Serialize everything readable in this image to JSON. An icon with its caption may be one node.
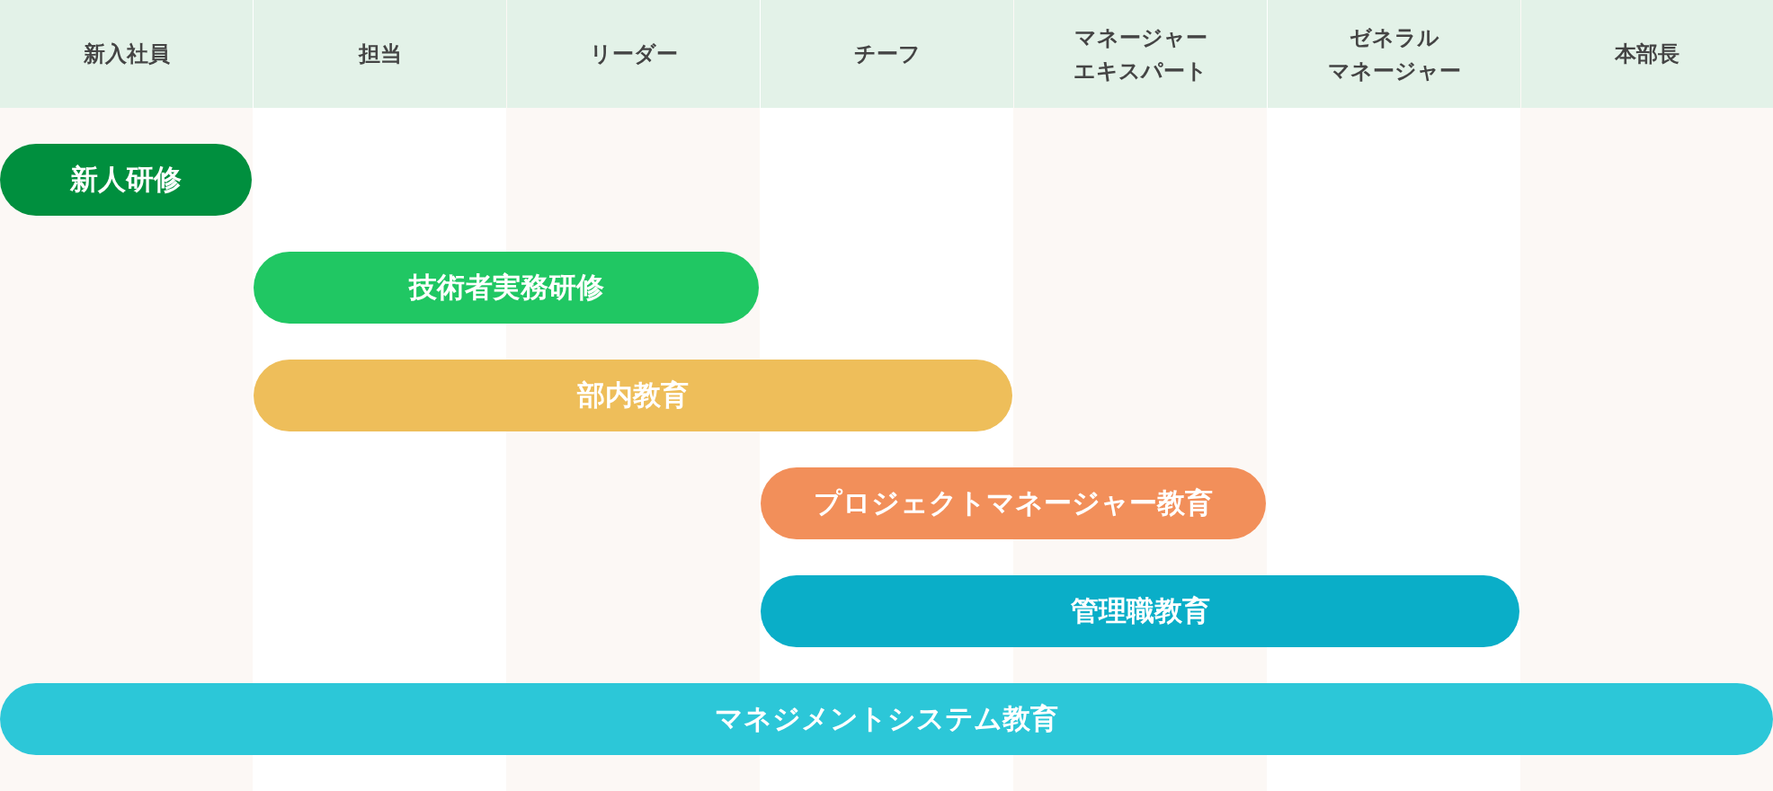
{
  "diagram": {
    "nodes": [
      {
        "text": [
          "新人研修"
        ]
      },
      {
        "text": [
          "技術者実務研修"
        ]
      },
      {
        "text": [
          "部内教育"
        ]
      },
      {
        "text": [
          "プロジェクトマネージャー教育"
        ]
      },
      {
        "text": [
          "管理職教育"
        ]
      },
      {
        "text": [
          "マネジメントシステム教育"
        ]
      }
    ],
    "labels": [
      "新入社員",
      "担当",
      "リーダー",
      "チーフ",
      "マネージャーエキスパート",
      "ゼネラルマネージャー",
      "本部長"
    ]
  }
}
